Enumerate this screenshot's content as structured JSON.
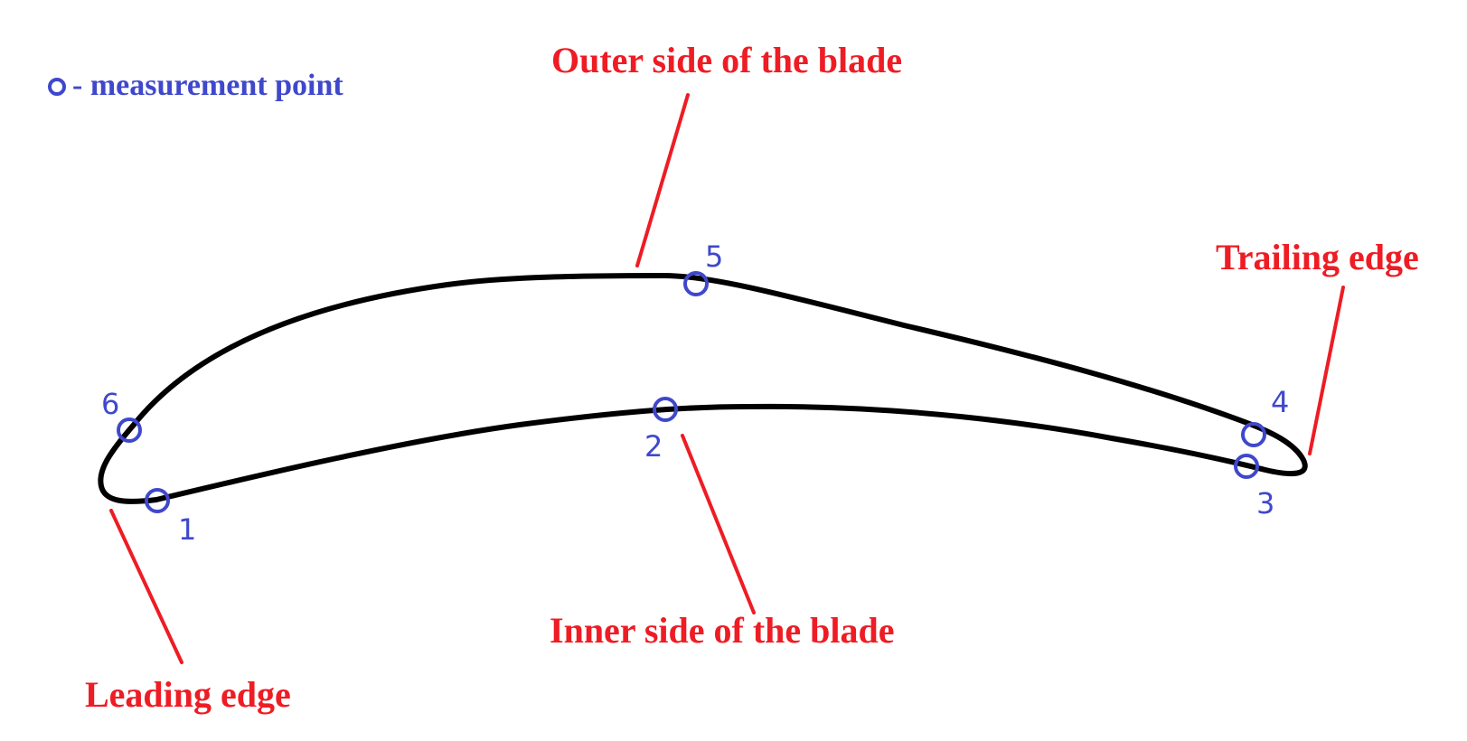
{
  "legend": {
    "text": "- measurement point"
  },
  "labels": {
    "outer": "Outer side of the blade",
    "inner": "Inner side of the blade",
    "leading": "Leading edge",
    "trailing": "Trailing edge"
  },
  "points": [
    "1",
    "2",
    "3",
    "4",
    "5",
    "6"
  ],
  "colors": {
    "annotation": "#ee1c24",
    "point": "#3f48cc",
    "outline": "#000000"
  }
}
